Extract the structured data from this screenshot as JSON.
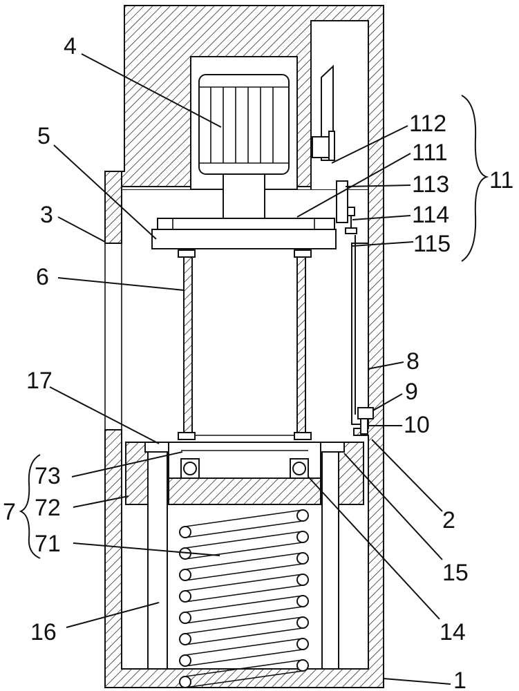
{
  "labels": {
    "l1": "1",
    "l2": "2",
    "l3": "3",
    "l4": "4",
    "l5": "5",
    "l6": "6",
    "l7": "7",
    "l8": "8",
    "l9": "9",
    "l10": "10",
    "l11": "11",
    "l14": "14",
    "l15": "15",
    "l16": "16",
    "l17": "17",
    "l71": "71",
    "l72": "72",
    "l73": "73",
    "l111": "111",
    "l112": "112",
    "l113": "113",
    "l114": "114",
    "l115": "115"
  }
}
